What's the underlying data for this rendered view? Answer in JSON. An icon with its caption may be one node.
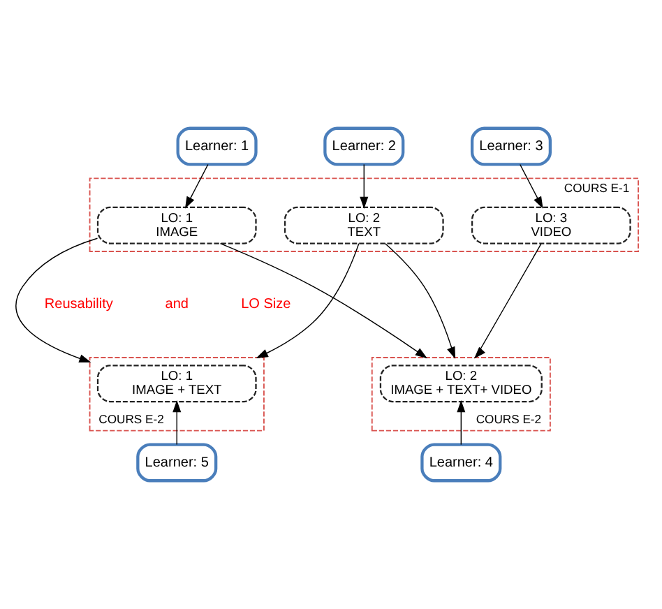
{
  "diagram": {
    "nodes": [
      {
        "text": [
          "Learner: 1"
        ]
      },
      {
        "text": [
          "Learner: 2"
        ]
      },
      {
        "text": [
          "Learner: 3"
        ]
      },
      {
        "text": [
          "COURS E-1"
        ]
      },
      {
        "text": [
          "LO: 1",
          "IMAGE"
        ],
        "in": 3
      },
      {
        "text": [
          "LO: 2",
          "TEXT"
        ],
        "in": 3
      },
      {
        "text": [
          "LO: 3",
          "VIDEO"
        ],
        "in": 3
      },
      {
        "text": [
          "COURS E-2"
        ]
      },
      {
        "text": [
          "LO: 1",
          "IMAGE + TEXT"
        ],
        "in": 7
      },
      {
        "text": [
          "COURS E-2"
        ]
      },
      {
        "text": [
          "LO: 2",
          "IMAGE + TEXT+ VIDEO"
        ],
        "in": 9
      },
      {
        "text": [
          "Learner: 5"
        ]
      },
      {
        "text": [
          "Learner: 4"
        ]
      }
    ],
    "edges": [
      {
        "from": 0,
        "to": 4,
        "arrow": "to"
      },
      {
        "from": 1,
        "to": 5,
        "arrow": "to"
      },
      {
        "from": 2,
        "to": 6,
        "arrow": "to"
      },
      {
        "from": 4,
        "to": 7,
        "arrow": "to"
      },
      {
        "from": 5,
        "to": 7,
        "arrow": "to"
      },
      {
        "from": 4,
        "to": 9,
        "arrow": "to"
      },
      {
        "from": 5,
        "to": 9,
        "arrow": "to"
      },
      {
        "from": 6,
        "to": 9,
        "arrow": "to"
      },
      {
        "from": 11,
        "to": 8,
        "arrow": "to"
      },
      {
        "from": 12,
        "to": 10,
        "arrow": "to"
      }
    ],
    "labels": [
      "Reusability",
      "and",
      "LO Size"
    ]
  }
}
